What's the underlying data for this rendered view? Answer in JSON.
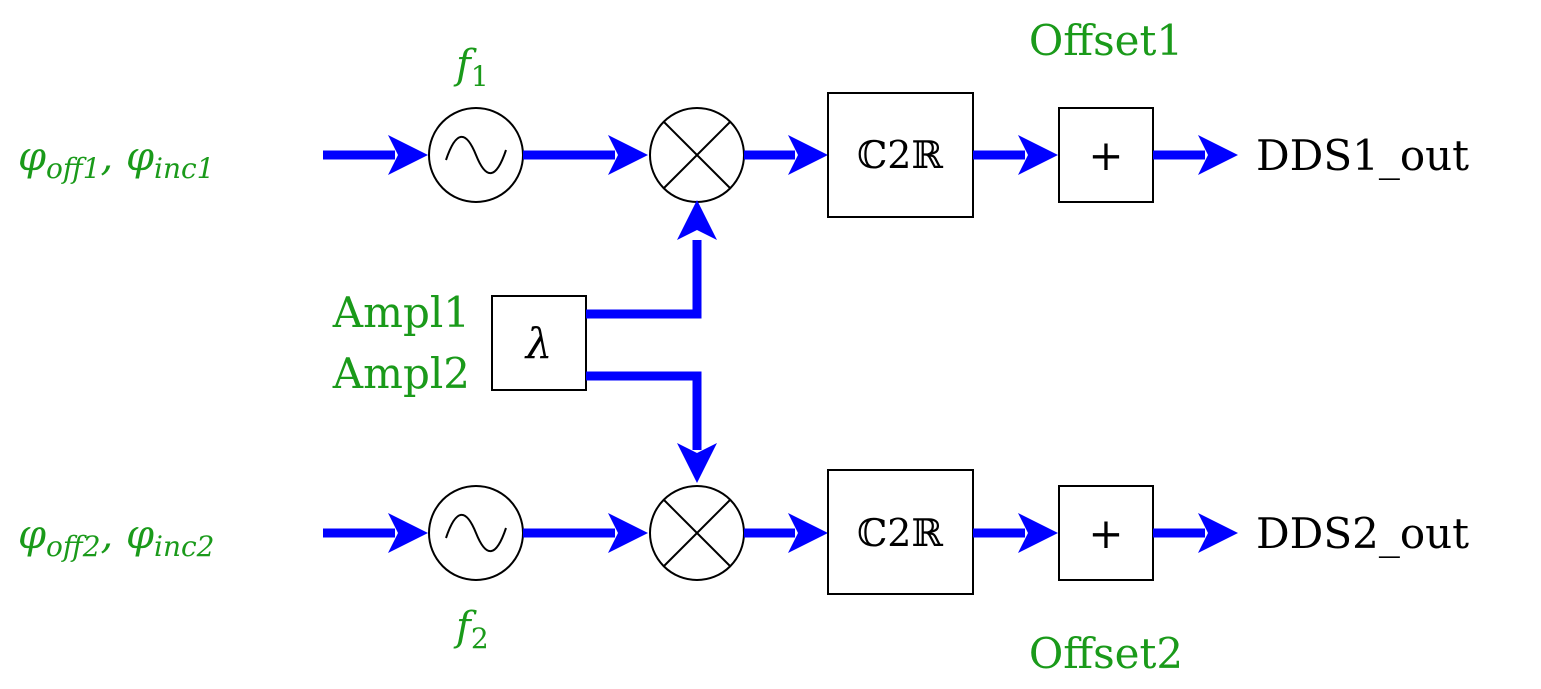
{
  "colors": {
    "signal": "#0000ff",
    "label": "#1a9a1a",
    "text": "#000000"
  },
  "channel1": {
    "input_phi_off": "φ",
    "input_sub_off": "off1",
    "input_phi_inc": "φ",
    "input_sub_inc": "inc1",
    "freq_main": "f",
    "freq_sub": "1",
    "c2r": "ℂ2ℝ",
    "adder": "+",
    "offset": "Offset1",
    "output": "DDS1_out"
  },
  "channel2": {
    "input_phi_off": "φ",
    "input_sub_off": "off2",
    "input_phi_inc": "φ",
    "input_sub_inc": "inc2",
    "freq_main": "f",
    "freq_sub": "2",
    "c2r": "ℂ2ℝ",
    "adder": "+",
    "offset": "Offset2",
    "output": "DDS2_out"
  },
  "amplitude": {
    "label1": "Ampl1",
    "label2": "Ampl2",
    "block": "λ"
  },
  "icons": [
    "oscillator-icon",
    "multiplier-icon",
    "arrow-icon"
  ]
}
